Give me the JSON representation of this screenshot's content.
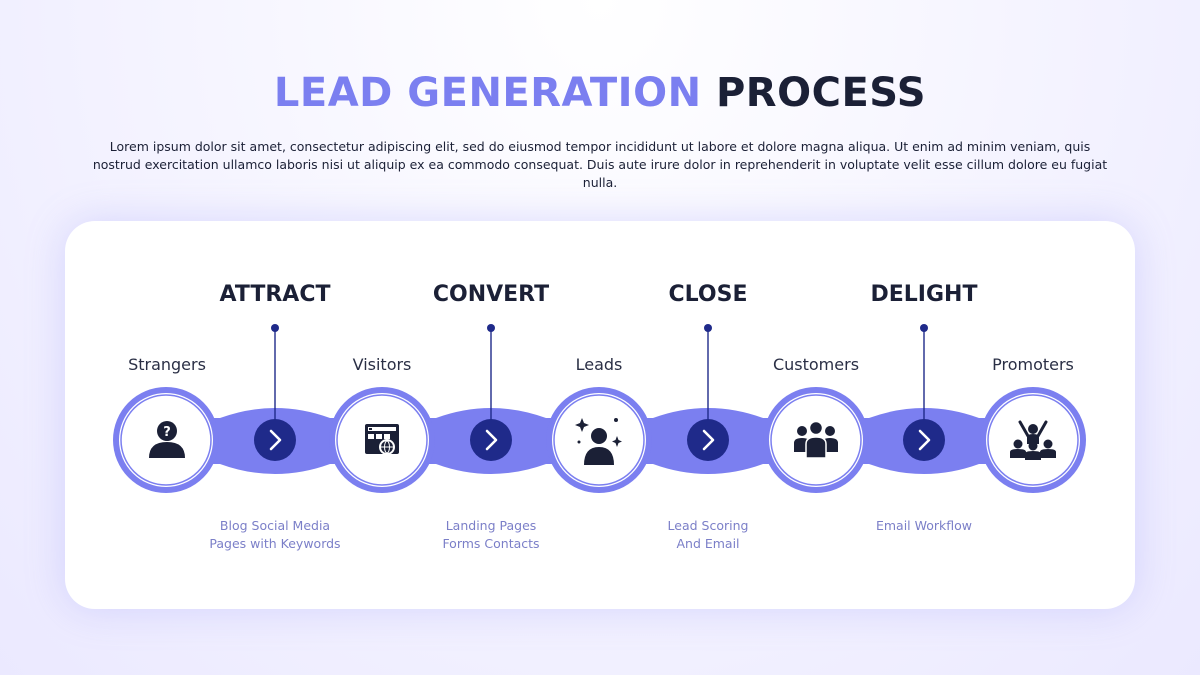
{
  "title": {
    "accent": "LEAD GENERATION",
    "dark": "PROCESS"
  },
  "subtitle": "Lorem ipsum dolor sit amet, consectetur adipiscing elit, sed do eiusmod tempor incididunt ut labore et dolore magna aliqua. Ut enim ad minim veniam, quis nostrud exercitation ullamco laboris nisi ut aliquip ex ea commodo consequat. Duis aute irure dolor in reprehenderit in voluptate velit esse cillum dolore eu fugiat nulla.",
  "colors": {
    "accent": "#7b7ff0",
    "navy": "#1f2a8a",
    "dark": "#1b2036",
    "desc": "#7b7fc8"
  },
  "nodes": [
    {
      "label": "Strangers",
      "icon": "person-question-icon"
    },
    {
      "label": "Visitors",
      "icon": "web-browser-icon"
    },
    {
      "label": "Leads",
      "icon": "person-sparkle-icon"
    },
    {
      "label": "Customers",
      "icon": "group-icon"
    },
    {
      "label": "Promoters",
      "icon": "cheering-crowd-icon"
    }
  ],
  "stages": [
    {
      "label": "ATTRACT",
      "desc_line1": "Blog Social Media",
      "desc_line2": "Pages with Keywords",
      "icon": "chevron-right-icon"
    },
    {
      "label": "CONVERT",
      "desc_line1": "Landing Pages",
      "desc_line2": "Forms Contacts",
      "icon": "chevron-right-icon"
    },
    {
      "label": "CLOSE",
      "desc_line1": "Lead Scoring",
      "desc_line2": "And Email",
      "icon": "chevron-right-icon"
    },
    {
      "label": "DELIGHT",
      "desc_line1": "Email Workflow",
      "desc_line2": "",
      "icon": "chevron-right-icon"
    }
  ]
}
